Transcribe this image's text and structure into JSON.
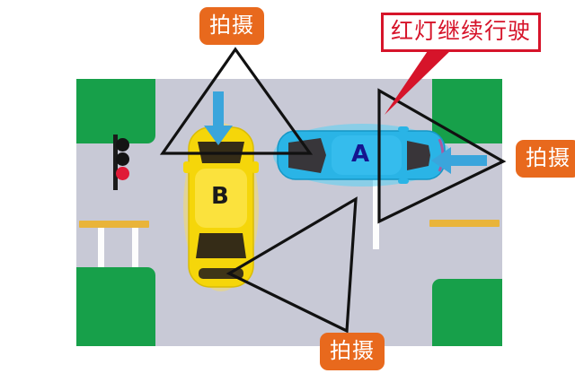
{
  "diagram": {
    "title_text": "红灯继续行驶",
    "scene": {
      "surface_color": "#c8c9d6",
      "corner_color": "#17a04a",
      "lane_line_color": "#fdfdfd",
      "center_line_color": "#e9b43a"
    },
    "traffic_light": {
      "name": "traffic-light",
      "lamps": [
        {
          "state": "off",
          "color": "#141414"
        },
        {
          "state": "off",
          "color": "#141414"
        },
        {
          "state": "red",
          "color": "#e01a37"
        }
      ]
    },
    "vehicles": [
      {
        "id": "A",
        "label": "A",
        "color": "#29b6e8",
        "orientation": "facing-left",
        "label_color": "#15158f"
      },
      {
        "id": "B",
        "label": "B",
        "color": "#f5d60a",
        "orientation": "facing-up",
        "label_color": "#1a1a1a"
      }
    ],
    "motion_arrows": [
      {
        "name": "arrow-down-onto-car-b",
        "direction": "down",
        "color": "#3aa5dc"
      },
      {
        "name": "arrow-left-onto-car-a",
        "direction": "left",
        "color": "#3aa5dc"
      }
    ],
    "camera_cones": [
      {
        "name": "camera-cone-top",
        "label": "拍摄",
        "apex": "top"
      },
      {
        "name": "camera-cone-right",
        "label": "拍摄",
        "apex": "right"
      },
      {
        "name": "camera-cone-bottom",
        "label": "拍摄",
        "apex": "bottom"
      }
    ],
    "labels": {
      "camera_top": "拍摄",
      "camera_right": "拍摄",
      "camera_bottom": "拍摄",
      "violation": "红灯继续行驶"
    },
    "colors": {
      "camera_badge_bg": "#e8691d",
      "camera_badge_text": "#ffffff",
      "violation_text": "#d6142a",
      "violation_border": "#d6142a",
      "violation_bg": "#ffffff",
      "cone_stroke": "#111111",
      "arrow": "#3aa5dc"
    }
  }
}
